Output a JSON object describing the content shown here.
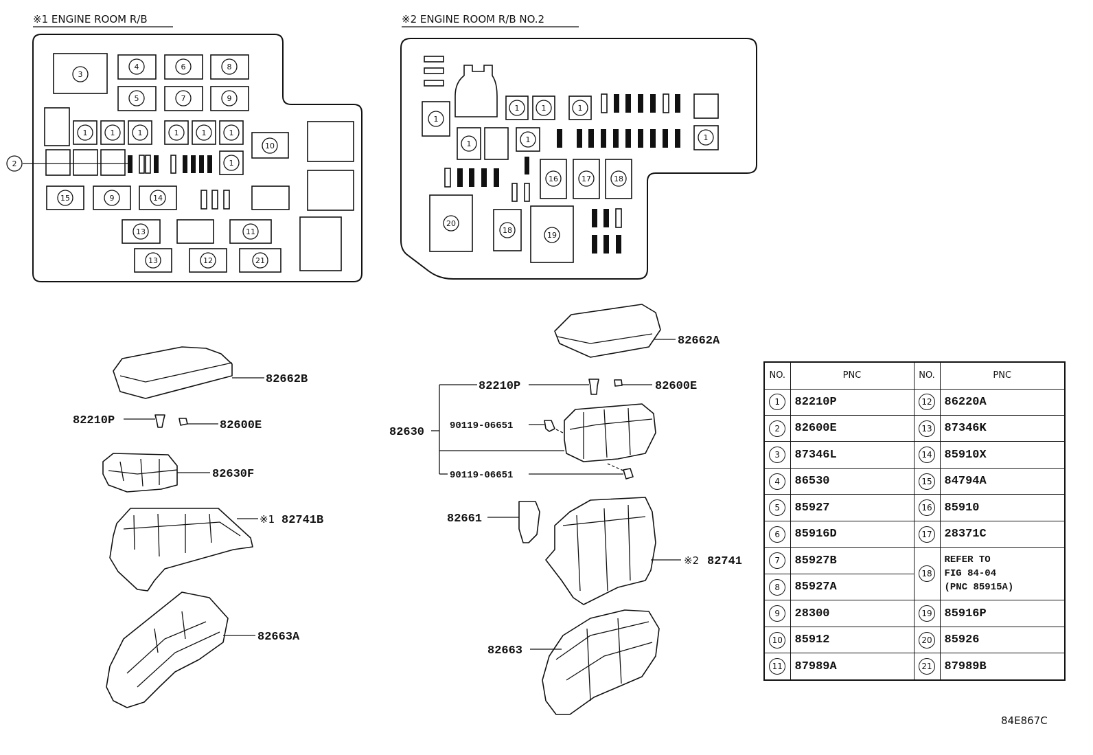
{
  "diagram_code": "84E867C",
  "box1": {
    "title": "※1 ENGINE ROOM R/B"
  },
  "box2": {
    "title": "※2 ENGINE ROOM R/B NO.2"
  },
  "callouts": {
    "c1": "1",
    "c2": "2",
    "c3": "3",
    "c4": "4",
    "c5": "5",
    "c6": "6",
    "c7": "7",
    "c8": "8",
    "c9": "9",
    "c10": "10",
    "c11": "11",
    "c12": "12",
    "c13": "13",
    "c14": "14",
    "c15": "15",
    "c16": "16",
    "c17": "17",
    "c18": "18",
    "c19": "19",
    "c20": "20",
    "c21": "21"
  },
  "parts_left": {
    "cover": "82662B",
    "clip": "82210P",
    "clamp": "82600E",
    "block": "82630F",
    "box": "82741B",
    "box_mark": "※1",
    "lower": "82663A"
  },
  "parts_right": {
    "cover": "82662A",
    "clip": "82210P",
    "clamp": "82600E",
    "assy": "82630",
    "screw1": "90119-06651",
    "screw2": "90119-06651",
    "relay": "82661",
    "box": "82741",
    "box_mark": "※2",
    "lower": "82663"
  },
  "table": {
    "headers": [
      "NO.",
      "PNC",
      "NO.",
      "PNC"
    ],
    "rows": [
      {
        "n1": "1",
        "p1": "82210P",
        "n2": "12",
        "p2": "86220A"
      },
      {
        "n1": "2",
        "p1": "82600E",
        "n2": "13",
        "p2": "87346K"
      },
      {
        "n1": "3",
        "p1": "87346L",
        "n2": "14",
        "p2": "85910X"
      },
      {
        "n1": "4",
        "p1": "86530",
        "n2": "15",
        "p2": "84794A"
      },
      {
        "n1": "5",
        "p1": "85927",
        "n2": "16",
        "p2": "85910"
      },
      {
        "n1": "6",
        "p1": "85916D",
        "n2": "17",
        "p2": "28371C"
      },
      {
        "n1": "7",
        "p1": "85927B",
        "n2": "18",
        "p2": "REFER TO FIG 84-04 (PNC 85915A)"
      },
      {
        "n1": "8",
        "p1": "85927A"
      },
      {
        "n1": "9",
        "p1": "28300",
        "n2": "19",
        "p2": "85916P"
      },
      {
        "n1": "10",
        "p1": "85912",
        "n2": "20",
        "p2": "85926"
      },
      {
        "n1": "11",
        "p1": "87989A",
        "n2": "21",
        "p2": "87989B"
      }
    ],
    "ref_lines": [
      "REFER TO",
      "FIG 84-04",
      "(PNC 85915A)"
    ]
  }
}
